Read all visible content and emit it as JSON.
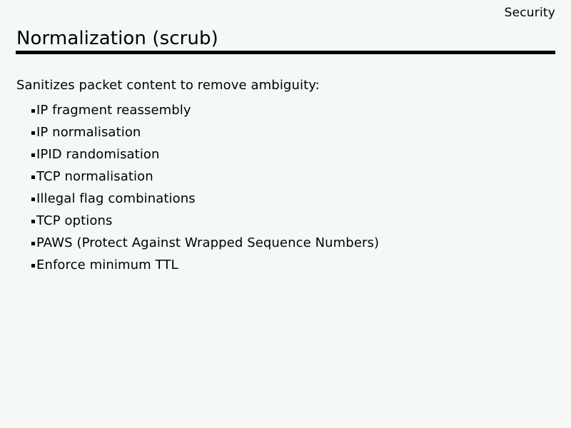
{
  "slide": {
    "header_label": "Security",
    "title": "Normalization (scrub)",
    "lead_line": "Sanitizes packet content to remove ambiguity:",
    "bullet_marker_icon": "square-bullet-icon",
    "bullets": [
      {
        "label": "IP fragment reassembly"
      },
      {
        "label": "IP normalisation"
      },
      {
        "label": "IPID randomisation"
      },
      {
        "label": "TCP normalisation"
      },
      {
        "label": "Illegal flag combinations"
      },
      {
        "label": "TCP options"
      },
      {
        "label": "PAWS (Protect Against Wrapped Sequence Numbers)"
      },
      {
        "label": "Enforce minimum TTL"
      }
    ],
    "colors": {
      "background": "#f4f9f5",
      "text": "#000000",
      "rule": "#000000"
    }
  }
}
